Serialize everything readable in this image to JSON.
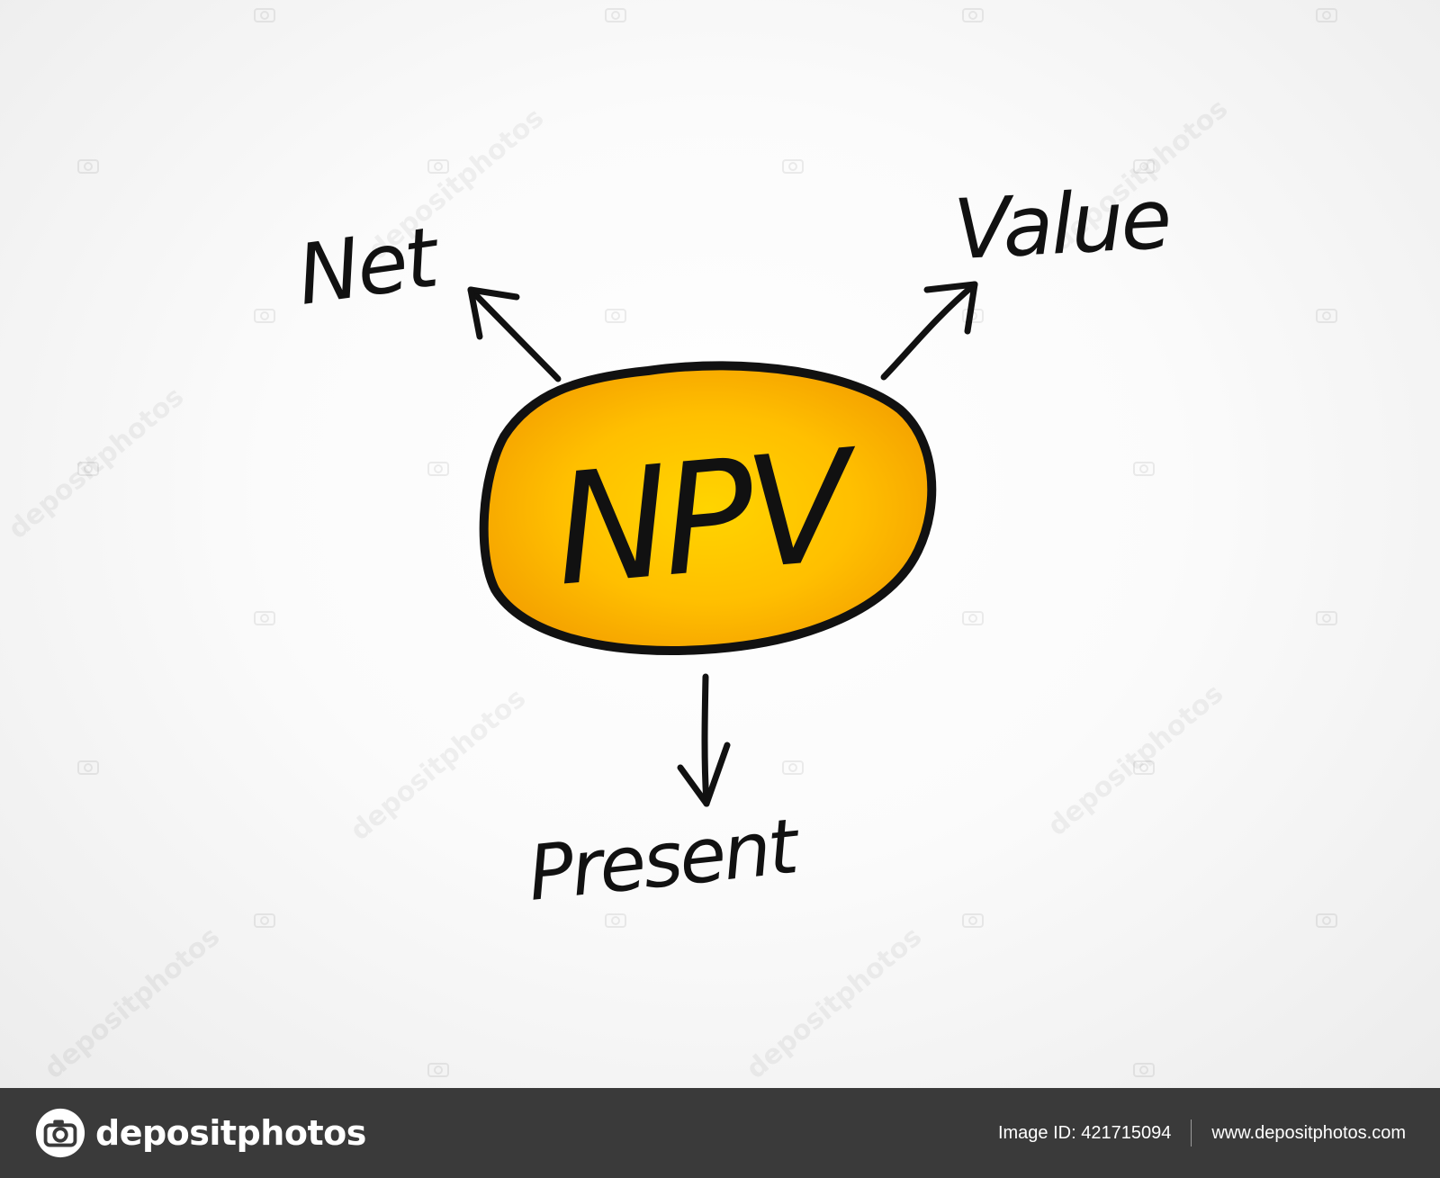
{
  "diagram": {
    "center_label": "NPV",
    "branch_labels": {
      "left": "Net",
      "right": "Value",
      "bottom": "Present"
    },
    "watermark_text": "depositphotos",
    "colors": {
      "bubble_light": "#ffd400",
      "bubble_dark": "#f5a300",
      "ink": "#111111"
    }
  },
  "footer": {
    "brand": "depositphotos",
    "image_id": "Image ID: 421715094",
    "website": "www.depositphotos.com",
    "background": "#3a3a3a"
  }
}
